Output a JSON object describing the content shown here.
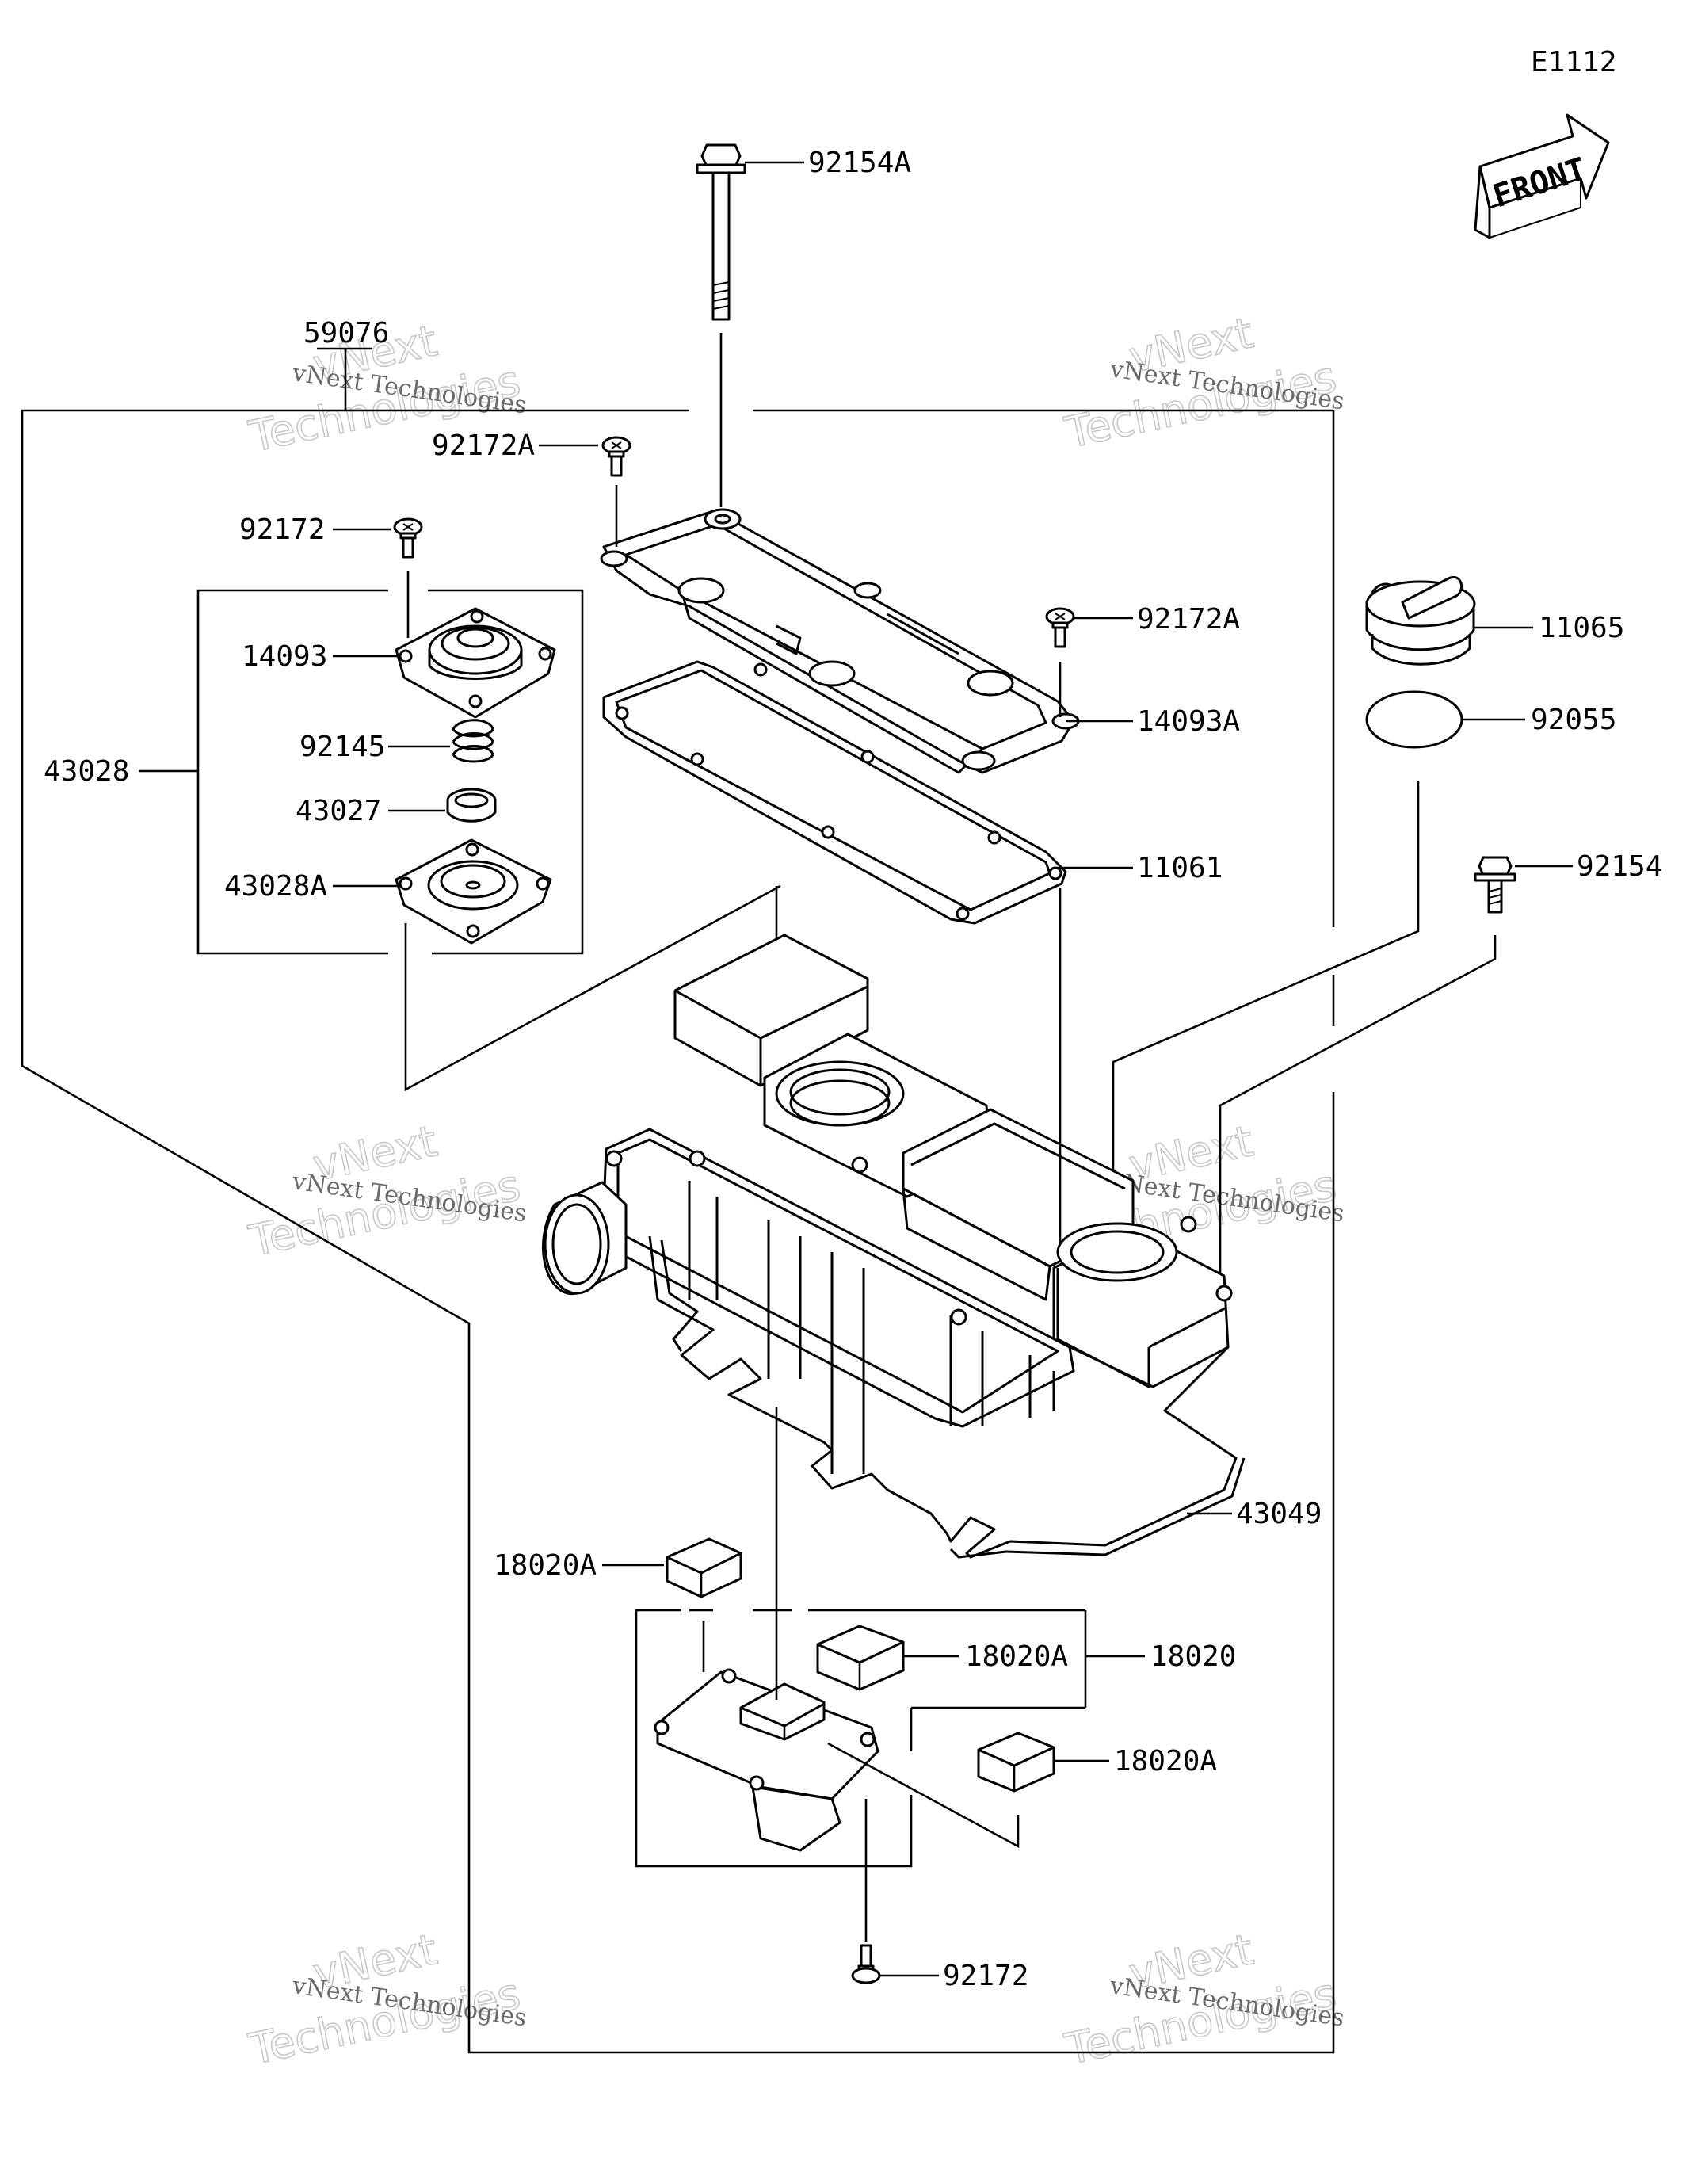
{
  "diagram_code": "E1112",
  "front_marker": "FRONT",
  "watermark": {
    "line1": "vNext Technologies",
    "line2a": "vNext",
    "line2b": "Technologies"
  },
  "callouts": {
    "p92154A": "92154A",
    "p59076": "59076",
    "p92172A_top": "92172A",
    "p92172_left": "92172",
    "p14093": "14093",
    "p92145": "92145",
    "p43028": "43028",
    "p43027": "43027",
    "p43028A": "43028A",
    "p92172A_mid": "92172A",
    "p14093A": "14093A",
    "p11061": "11061",
    "p11065": "11065",
    "p92055": "92055",
    "p92154": "92154",
    "p43049": "43049",
    "p18020A_left": "18020A",
    "p18020A_center": "18020A",
    "p18020": "18020",
    "p18020A_right": "18020A",
    "p92172_bottom": "92172"
  }
}
